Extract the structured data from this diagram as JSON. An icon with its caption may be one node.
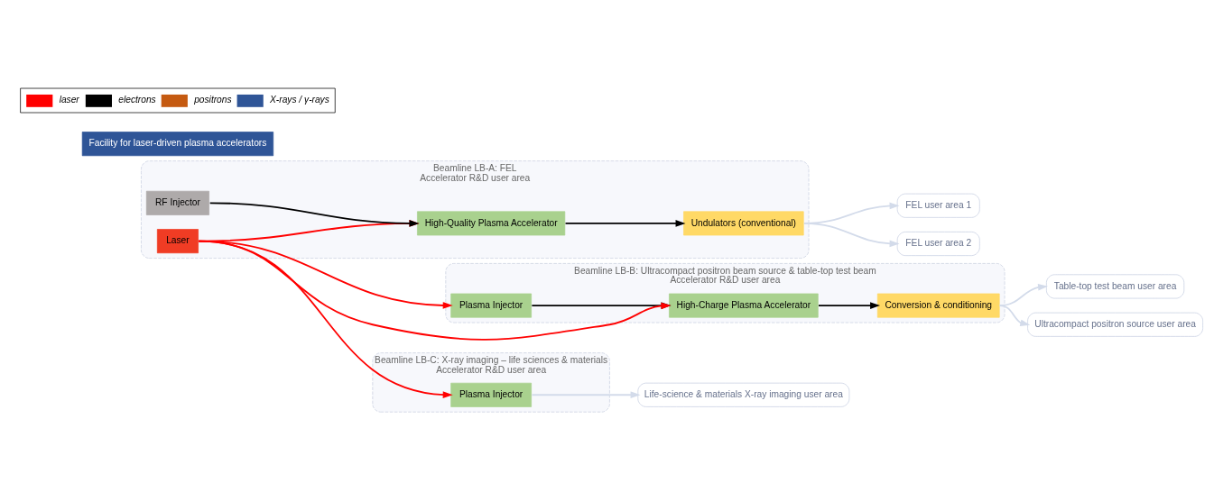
{
  "diagram": {
    "nodes": [
      {
        "text": [
          "Beamline LB-C: X-ray imaging – life sciences & materials",
          "Accelerator R&D user area"
        ]
      },
      {
        "text": [
          "Plasma Injector"
        ],
        "in": 0
      },
      {
        "text": [
          "Life-science & materials X-ray imaging user area"
        ]
      },
      {
        "text": [
          "Beamline LB-B: Ultracompact positron beam source & table-top test beam",
          "Accelerator R&D user area"
        ]
      },
      {
        "text": [
          "Plasma Injector"
        ],
        "in": 3
      },
      {
        "text": [
          "High-Charge Plasma Accelerator"
        ],
        "in": 3
      },
      {
        "text": [
          "Conversion & conditioning"
        ],
        "in": 3
      },
      {
        "text": [
          "Table-top test beam user area"
        ]
      },
      {
        "text": [
          "Ultracompact positron source user area"
        ]
      },
      {
        "text": [
          "Beamline LB-A: FEL",
          "Accelerator R&D user area"
        ]
      },
      {
        "text": [
          "Laser"
        ],
        "in": 9
      },
      {
        "text": [
          "RF Injector"
        ],
        "in": 9
      },
      {
        "text": [
          "High-Quality Plasma Accelerator"
        ],
        "in": 9
      },
      {
        "text": [
          "Undulators (conventional)"
        ],
        "in": 9
      },
      {
        "text": [
          "FEL user area 1"
        ]
      },
      {
        "text": [
          "FEL user area 2"
        ]
      },
      {
        "text": [
          "Facility for laser-driven plasma accelerators"
        ]
      }
    ],
    "edges": [
      {
        "from": 10,
        "to": 1,
        "arrow": "to",
        "color": "#ff0000"
      },
      {
        "from": 10,
        "to": 4,
        "arrow": "to",
        "color": "#ff0000"
      },
      {
        "from": 10,
        "to": 5,
        "arrow": "to",
        "color": "#ff0000"
      },
      {
        "from": 10,
        "to": 12,
        "arrow": "to",
        "color": "#ff0000"
      },
      {
        "from": 4,
        "to": 5,
        "arrow": "to",
        "color": "#000000"
      },
      {
        "from": 5,
        "to": 6,
        "arrow": "to",
        "color": "#000000"
      },
      {
        "from": 11,
        "to": 12,
        "arrow": "to",
        "color": "#000000"
      },
      {
        "from": 12,
        "to": 13,
        "arrow": "to",
        "color": "#000000"
      },
      {
        "from": 1,
        "to": 2,
        "arrow": "to",
        "color": "#d3dbea"
      },
      {
        "from": 6,
        "to": 7,
        "arrow": "to",
        "color": "#d3dbea"
      },
      {
        "from": 6,
        "to": 8,
        "arrow": "to",
        "color": "#d3dbea"
      },
      {
        "from": 13,
        "to": 14,
        "arrow": "to",
        "color": "#d3dbea"
      },
      {
        "from": 13,
        "to": 15,
        "arrow": "to",
        "color": "#d3dbea"
      }
    ],
    "legend": [
      {
        "text": "laser",
        "color": "#ff0000"
      },
      {
        "text": "electrons",
        "color": "#000000"
      },
      {
        "text": "positrons",
        "color": "#c55a11"
      },
      {
        "text": "X-rays / γ-rays",
        "color": "#2f5597"
      }
    ]
  }
}
